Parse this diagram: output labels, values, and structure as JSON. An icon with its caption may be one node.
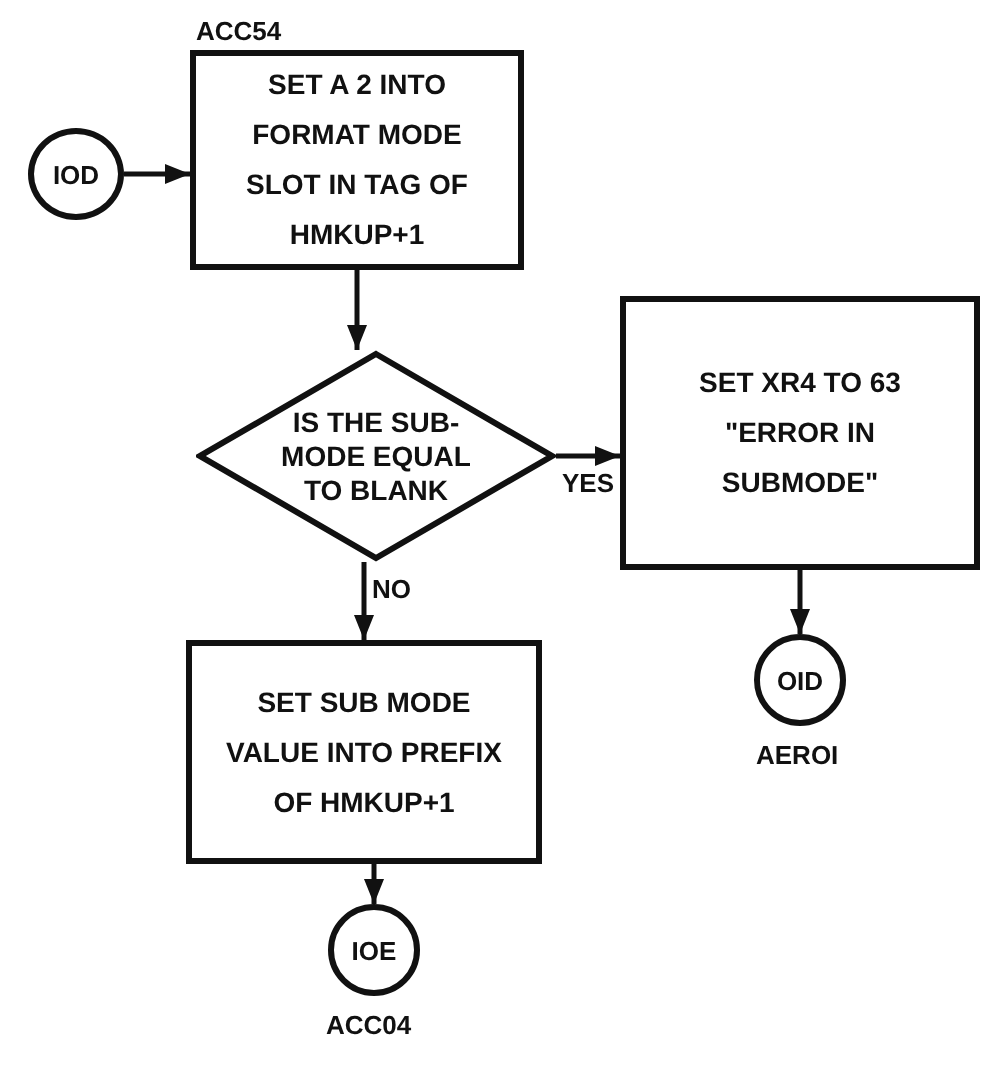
{
  "diagram": {
    "nodes": [
      {
        "text": [
          "IOD"
        ]
      },
      {
        "text": [
          "SET A 2 INTO FORMAT MODE SLOT IN TAG OF HMKUP+1"
        ],
        "beside": [
          "ACC54"
        ]
      },
      {
        "text": [
          "IS THE SUB-MODE EQUAL TO BLANK"
        ]
      },
      {
        "text": [
          "SET XR4 TO 63 \"ERROR IN SUBMODE\""
        ]
      },
      {
        "text": [
          "OID"
        ],
        "beside": [
          "AEROI"
        ]
      },
      {
        "text": [
          "SET SUB MODE VALUE INTO PREFIX OF HMKUP+1"
        ]
      },
      {
        "text": [
          "IOE"
        ],
        "beside": [
          "ACC04"
        ]
      }
    ],
    "edges": [
      {
        "from": 0,
        "to": 1,
        "arrow": "to"
      },
      {
        "from": 1,
        "to": 2,
        "arrow": "to"
      },
      {
        "from": 2,
        "to": 3,
        "arrow": "to",
        "label": "YES"
      },
      {
        "from": 2,
        "to": 5,
        "arrow": "to",
        "label": "NO"
      },
      {
        "from": 3,
        "to": 4,
        "arrow": "to"
      },
      {
        "from": 5,
        "to": 6,
        "arrow": "to"
      }
    ]
  }
}
